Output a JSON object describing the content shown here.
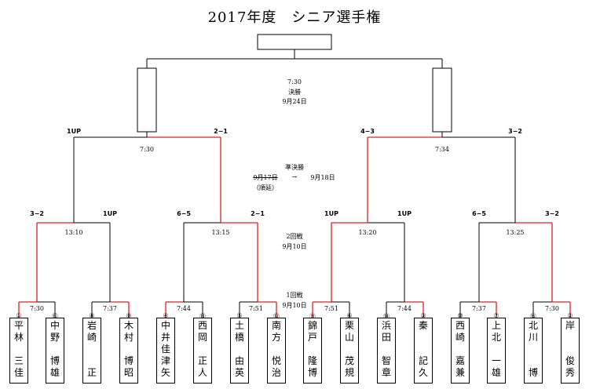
{
  "title": "2017年度　シニア選手権",
  "final": {
    "time": "7:30",
    "round": "決勝",
    "date": "9月24日"
  },
  "semifinal": {
    "round": "準決勝",
    "original_date": "9月17日",
    "arrow": "→",
    "new_date": "9月18日",
    "note": "（順延）",
    "left_time": "7:30",
    "right_time": "7:34",
    "scores": [
      "1UP",
      "2−1",
      "4−3",
      "3−2"
    ]
  },
  "round2": {
    "round": "2回戦",
    "date": "9月10日",
    "times": [
      "13:10",
      "13:15",
      "13:20",
      "13:25"
    ],
    "scores": [
      "3−2",
      "1UP",
      "6−5",
      "2−1",
      "1UP",
      "1UP",
      "6−5",
      "3−2"
    ]
  },
  "round1": {
    "round": "1回戦",
    "date": "9月10日",
    "times": [
      "7:30",
      "7:37",
      "7:44",
      "7:51",
      "7:51",
      "7:44",
      "7:37",
      "7:30"
    ]
  },
  "players": [
    {
      "seed": "①",
      "name": "平林　三佳"
    },
    {
      "seed": "⑯",
      "name": "中野　博雄"
    },
    {
      "seed": "⑧",
      "name": "岩崎　　正"
    },
    {
      "seed": "⑨",
      "name": "木村　博昭"
    },
    {
      "seed": "④",
      "name": "中井佳津矢"
    },
    {
      "seed": "⑬",
      "name": "西岡　正人"
    },
    {
      "seed": "⑤",
      "name": "土橋　由英"
    },
    {
      "seed": "⑫",
      "name": "南方　悦治"
    },
    {
      "seed": "⑪",
      "name": "錦戸　隆博"
    },
    {
      "seed": "⑥",
      "name": "栗山　茂規"
    },
    {
      "seed": "⑭",
      "name": "浜田　智章"
    },
    {
      "seed": "③",
      "name": "秦　　記久"
    },
    {
      "seed": "⑩",
      "name": "西崎　嘉兼"
    },
    {
      "seed": "⑦",
      "name": "上北　一雄"
    },
    {
      "seed": "⑮",
      "name": "北川　　博"
    },
    {
      "seed": "②",
      "name": "岸　　俊秀"
    }
  ],
  "colors": {
    "win_line": "#e02020",
    "line": "#000000"
  }
}
